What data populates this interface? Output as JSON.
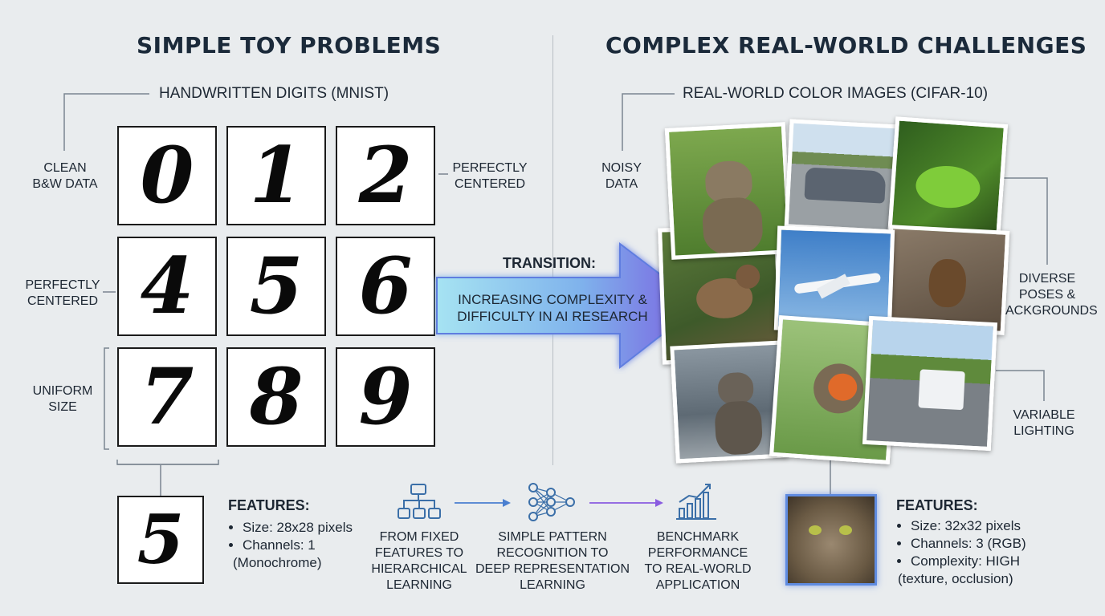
{
  "left": {
    "title": "SIMPLE TOY PROBLEMS",
    "subtitle": "HANDWRITTEN DIGITS (MNIST)",
    "digits": [
      "0",
      "1",
      "2",
      "4",
      "5",
      "6",
      "7",
      "8",
      "9"
    ],
    "callouts": {
      "clean": [
        "CLEAN",
        "B&W DATA"
      ],
      "centered_right": [
        "PERFECTLY",
        "CENTERED"
      ],
      "centered_left": [
        "PERFECTLY",
        "CENTERED"
      ],
      "uniform": [
        "UNIFORM",
        "SIZE"
      ]
    },
    "sample_digit": "5",
    "features": {
      "title": "FEATURES:",
      "items": [
        "Size: 28x28 pixels",
        "Channels: 1",
        "(Monochrome)"
      ]
    }
  },
  "right": {
    "title": "COMPLEX REAL-WORLD CHALLENGES",
    "subtitle": "REAL-WORLD COLOR IMAGES (CIFAR-10)",
    "callouts": {
      "noisy": [
        "NOISY",
        "DATA"
      ],
      "diverse": [
        "DIVERSE",
        "POSES &",
        "BACKGROUNDS"
      ],
      "lighting": [
        "VARIABLE",
        "LIGHTING"
      ]
    },
    "photos": [
      "cat",
      "car",
      "frog",
      "deer",
      "airplane",
      "otter",
      "cat",
      "bird",
      "truck"
    ],
    "features": {
      "title": "FEATURES:",
      "items": [
        "Size: 32x32 pixels",
        "Channels: 3 (RGB)",
        "Complexity: HIGH",
        "(texture, occlusion)"
      ]
    }
  },
  "transition": {
    "title": "TRANSITION:",
    "lines": [
      "INCREASING COMPLEXITY &",
      "DIFFICULTY IN AI RESEARCH"
    ]
  },
  "steps": [
    {
      "icon": "hierarchy-icon",
      "lines": [
        "FROM FIXED",
        "FEATURES TO",
        "HIERARCHICAL",
        "LEARNING"
      ]
    },
    {
      "icon": "neural-network-icon",
      "lines": [
        "SIMPLE PATTERN",
        "RECOGNITION TO",
        "DEEP REPRESENTATION",
        "LEARNING"
      ]
    },
    {
      "icon": "bar-chart-icon",
      "lines": [
        "BENCHMARK",
        "PERFORMANCE",
        "TO REAL-WORLD",
        "APPLICATION"
      ]
    }
  ],
  "colors": {
    "accent_blue": "#4a7fd0",
    "accent_purple": "#8a5ce0",
    "line": "#7a8590",
    "icon": "#3b6fa8"
  }
}
